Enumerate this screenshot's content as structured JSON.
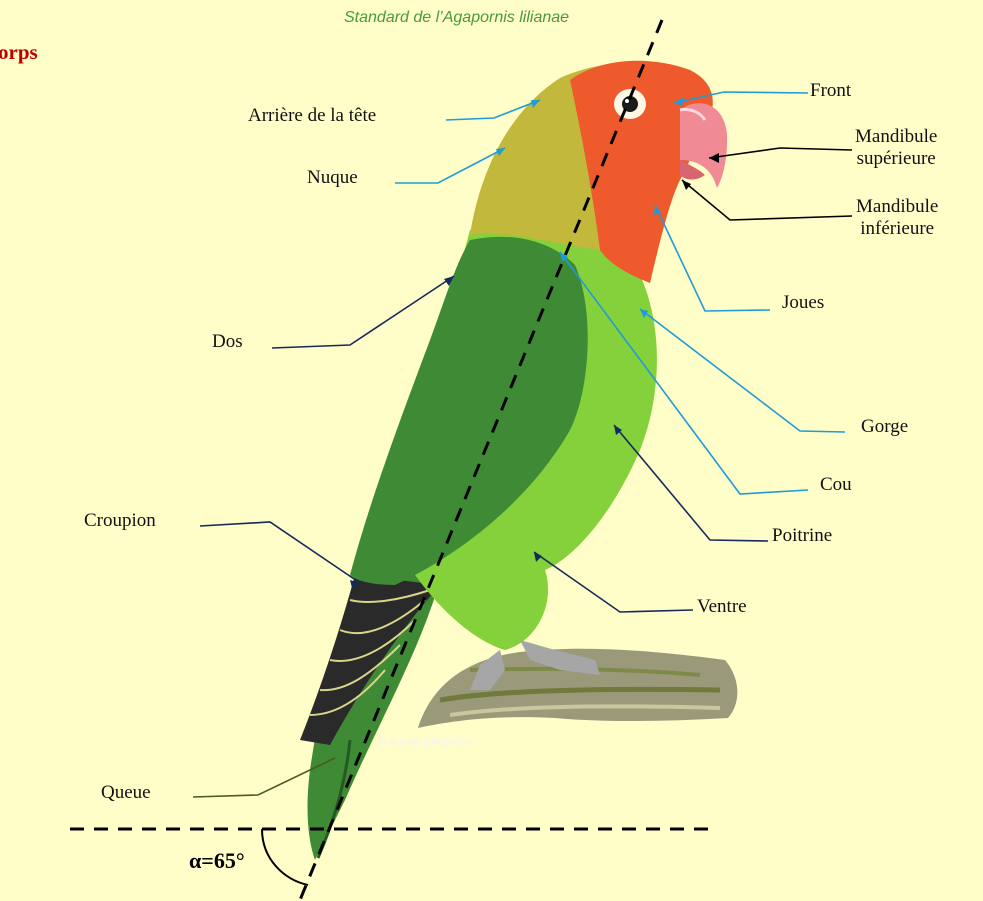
{
  "heading": "orps",
  "subtitle": "Standard de l’Agapornis lilianae",
  "credit": "© Aurélie GRIGNON",
  "angle_label": "α=65°",
  "labels": {
    "front": "Front",
    "arriere_tete": "Arrière de la tête",
    "mandibule_sup_1": "Mandibule",
    "mandibule_sup_2": "supérieure",
    "mandibule_inf_1": "Mandibule",
    "mandibule_inf_2": "inférieure",
    "nuque": "Nuque",
    "joues": "Joues",
    "dos": "Dos",
    "gorge": "Gorge",
    "cou": "Cou",
    "poitrine": "Poitrine",
    "croupion": "Croupion",
    "ventre": "Ventre",
    "queue": "Queue"
  },
  "colors": {
    "background": "#fffdc8",
    "heading": "#c00000",
    "subtitle": "#4a9a3a",
    "head_red": "#ee5a2c",
    "nape_olive": "#c1b83c",
    "wing_green": "#3f8a34",
    "body_green": "#84d13c",
    "leader_light_blue": "#1f9bd7",
    "leader_dark_navy": "#142a5c",
    "leader_black": "#000000",
    "leader_olive": "#4a5a20"
  }
}
